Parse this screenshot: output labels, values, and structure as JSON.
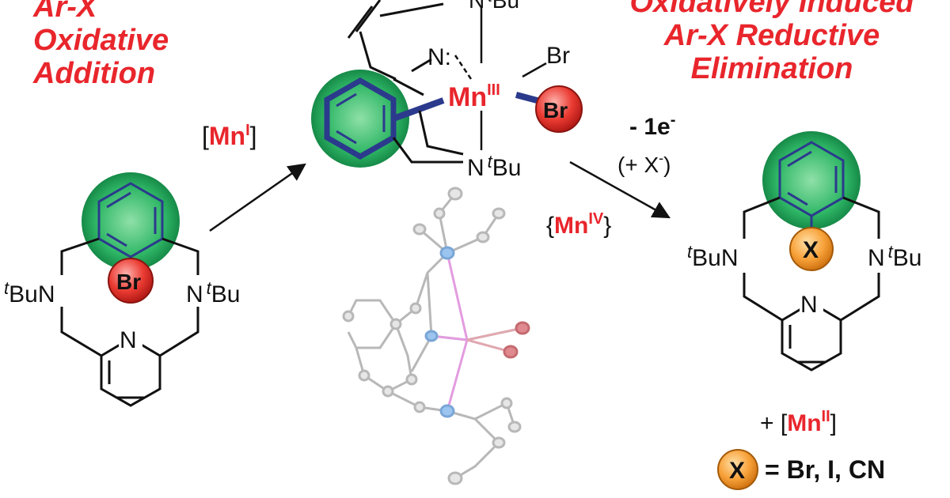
{
  "headings": {
    "left": [
      "Ar-X Oxidative",
      "Addition"
    ],
    "right": [
      "Oxidatively Induced",
      "Ar-X Reductive",
      "Elimination"
    ]
  },
  "reagents": {
    "step1": {
      "open": "[",
      "metal": "Mn",
      "ox": "I",
      "close": "]"
    },
    "step2_electron": {
      "text": "- 1e",
      "sup": "-"
    },
    "step2_anion": {
      "open": "(+ X",
      "sup": "-",
      "close": ")"
    },
    "intermediate": {
      "open": "{",
      "metal": "Mn",
      "ox": "IV",
      "close": "}"
    },
    "byproduct": {
      "plus": "+ [",
      "metal": "Mn",
      "ox": "II",
      "close": "]"
    }
  },
  "start_material": {
    "amine_label": "N",
    "tbu_prefix": "t",
    "tbu_suffix": "Bu",
    "pyridine_n": "N",
    "halide": "Br"
  },
  "complex": {
    "metal": "Mn",
    "ox": "III",
    "ligand_br": "Br",
    "aryl_br": "Br",
    "pyridine_n": "N:",
    "amine_label": "N",
    "tbu_prefix": "t",
    "tbu_suffix": "Bu"
  },
  "product": {
    "amine_label": "N",
    "tbu_prefix": "t",
    "tbu_suffix": "Bu",
    "pyridine_n": "N",
    "substituent": "X"
  },
  "legend": {
    "symbol": "X",
    "text": "= Br, I, CN"
  },
  "colors": {
    "heading": "#e8262c",
    "bond_dark": "#2b3a8c",
    "arene_glow": "#1fa35a",
    "bromine": "#e53935",
    "substituent": "#f7941d"
  }
}
